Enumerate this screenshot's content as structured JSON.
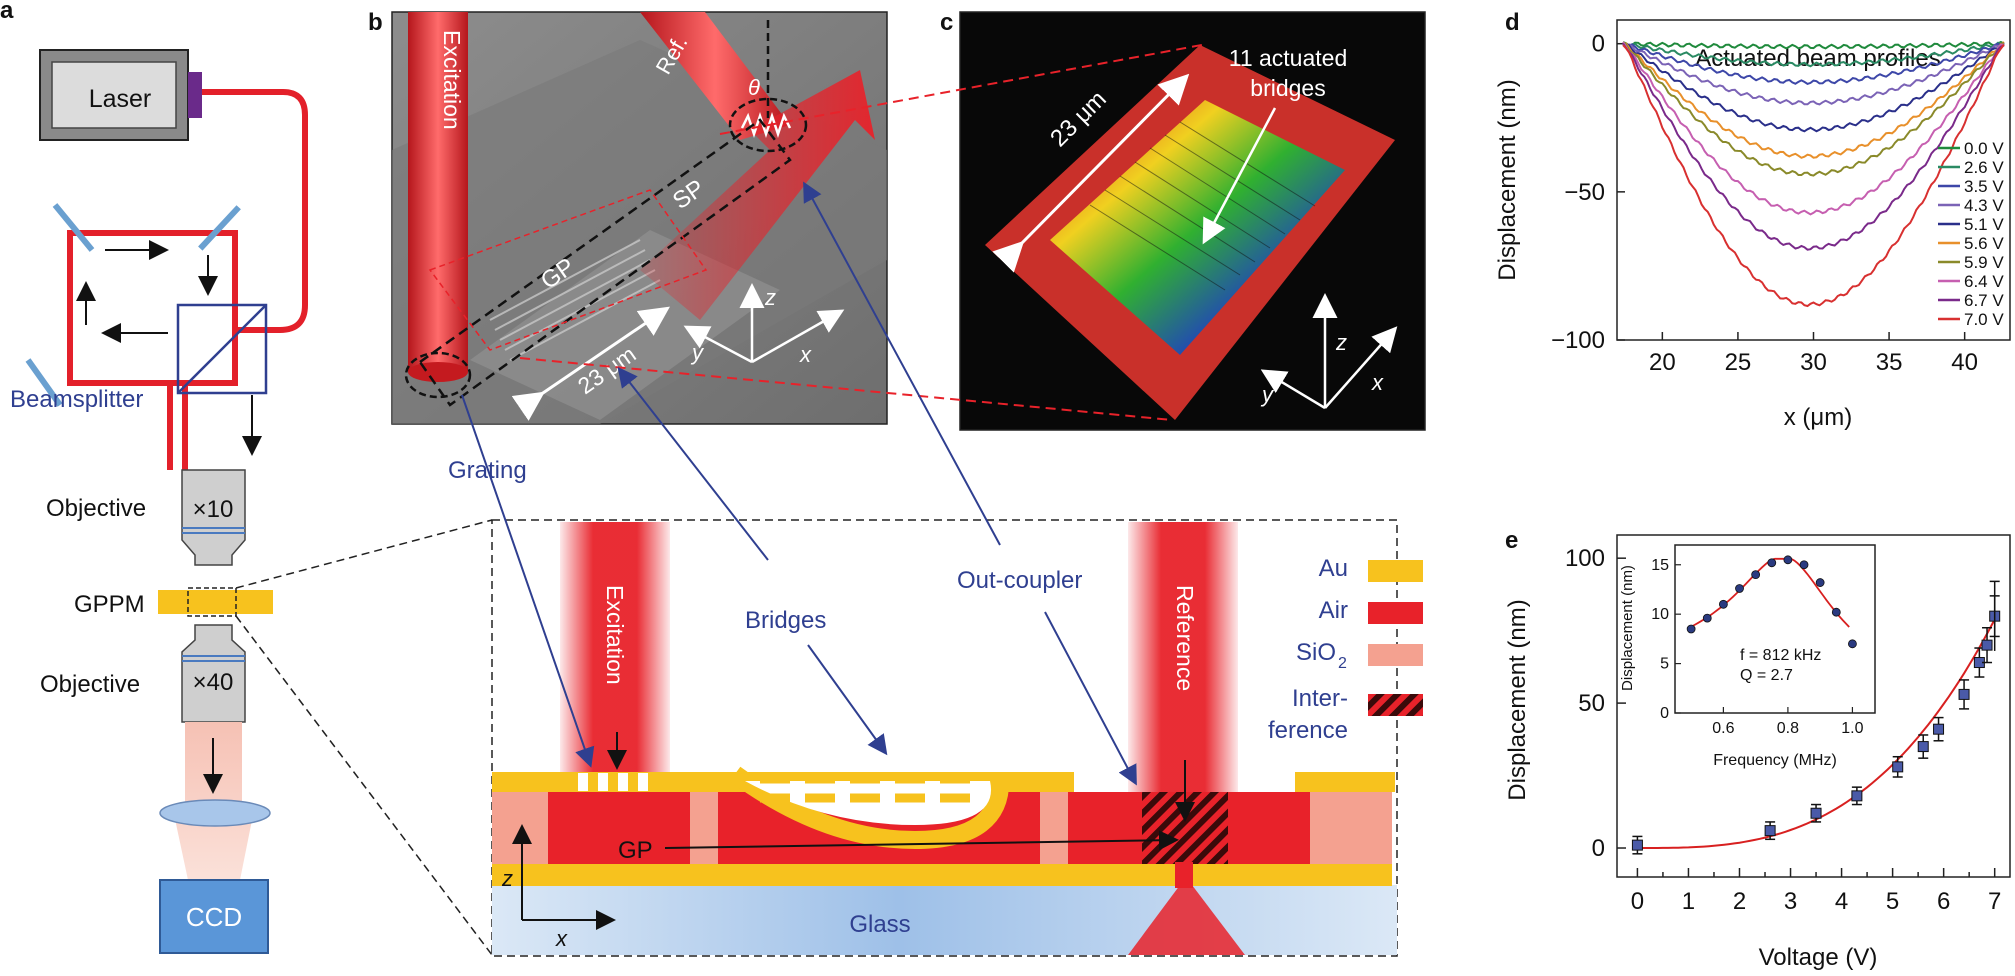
{
  "panels": {
    "a": "a",
    "b": "b",
    "c": "c",
    "d": "d",
    "e": "e"
  },
  "setup": {
    "laser": "Laser",
    "beamsplitter": "Beamsplitter",
    "objective1": "Objective",
    "mag1": "×10",
    "gppm": "GPPM",
    "objective2": "Objective",
    "mag2": "×40",
    "ccd": "CCD"
  },
  "sem": {
    "excitation": "Excitation",
    "ref": "Ref.",
    "theta": "θ",
    "sp": "SP",
    "gp": "GP",
    "length": "23 μm",
    "z": "z",
    "y": "y",
    "x": "x"
  },
  "afm": {
    "title_line1": "11 actuated",
    "title_line2": "bridges",
    "length": "23 μm",
    "z": "z",
    "y": "y",
    "x": "x"
  },
  "schematic": {
    "grating": "Grating",
    "bridges": "Bridges",
    "outcoupler": "Out-coupler",
    "excitation": "Excitation",
    "reference": "Reference",
    "gp": "GP",
    "glass": "Glass",
    "z": "z",
    "x": "x",
    "legend": [
      {
        "label": "Au",
        "color": "#f7c21e"
      },
      {
        "label": "Air",
        "color": "#e8222a"
      },
      {
        "label": "SiO",
        "sub": "2",
        "color": "#f4a190"
      },
      {
        "label": "Inter-",
        "label2": "ference",
        "color": "#7a1010"
      }
    ]
  },
  "chart_data": [
    {
      "type": "line",
      "panel": "d",
      "title": "Actuated beam profiles",
      "xlabel": "x (μm)",
      "ylabel": "Displacement (nm)",
      "xlim": [
        17,
        43
      ],
      "ylim": [
        -100,
        8
      ],
      "xticks": [
        20,
        25,
        30,
        35,
        40
      ],
      "yticks": [
        0,
        -50,
        -100
      ],
      "beam_x": [
        17.5,
        42.5
      ],
      "beam_center": 29.7,
      "series": [
        {
          "name": "0.0 V",
          "color": "#1f8a3c",
          "min": -1
        },
        {
          "name": "2.6 V",
          "color": "#2a8a63",
          "min": -7
        },
        {
          "name": "3.5 V",
          "color": "#3d47a8",
          "min": -13
        },
        {
          "name": "4.3 V",
          "color": "#7b63b6",
          "min": -20
        },
        {
          "name": "5.1 V",
          "color": "#2a2f8a",
          "min": -29
        },
        {
          "name": "5.6 V",
          "color": "#e8902b",
          "min": -38
        },
        {
          "name": "5.9 V",
          "color": "#8a8a2a",
          "min": -44
        },
        {
          "name": "6.4 V",
          "color": "#c65fb0",
          "min": -57
        },
        {
          "name": "6.7 V",
          "color": "#7a2a8a",
          "min": -69
        },
        {
          "name": "7.0 V",
          "color": "#d83030",
          "min": -88
        }
      ]
    },
    {
      "type": "scatter",
      "panel": "e",
      "xlabel": "Voltage (V)",
      "ylabel": "Displacement (nm)",
      "xlim": [
        -0.4,
        7.3
      ],
      "ylim": [
        -10,
        108
      ],
      "xticks": [
        0,
        1,
        2,
        3,
        4,
        5,
        6,
        7
      ],
      "yticks": [
        0,
        50,
        100
      ],
      "x": [
        0,
        2.6,
        3.5,
        4.3,
        5.1,
        5.6,
        5.9,
        6.4,
        6.7,
        6.85,
        7.0
      ],
      "y": [
        1,
        6,
        12,
        18,
        28,
        35,
        41,
        53,
        64,
        70,
        80
      ],
      "err": [
        3,
        3,
        3,
        3,
        3.5,
        4,
        4,
        5,
        5,
        6,
        7
      ],
      "err_last": {
        "x": 7.0,
        "y": 80,
        "up": 92,
        "down": 68
      },
      "fit_coeff": 0.23,
      "fit_power": 3,
      "inset": {
        "type": "scatter",
        "xlabel": "Frequency (MHz)",
        "ylabel": "Displacement (nm)",
        "xlim": [
          0.45,
          1.07
        ],
        "ylim": [
          0,
          17
        ],
        "xticks": [
          0.6,
          0.8,
          1.0
        ],
        "yticks": [
          0,
          5,
          10,
          15
        ],
        "x": [
          0.5,
          0.55,
          0.6,
          0.65,
          0.7,
          0.75,
          0.8,
          0.85,
          0.9,
          0.95,
          1.0
        ],
        "y": [
          8.5,
          9.6,
          11,
          12.6,
          14,
          15.2,
          15.5,
          15,
          13.2,
          10.2,
          7
        ],
        "annot_f": "f = 812 kHz",
        "annot_q": "Q = 2.7",
        "f0": 0.812,
        "q": 2.7,
        "peak": 15.6
      }
    }
  ]
}
